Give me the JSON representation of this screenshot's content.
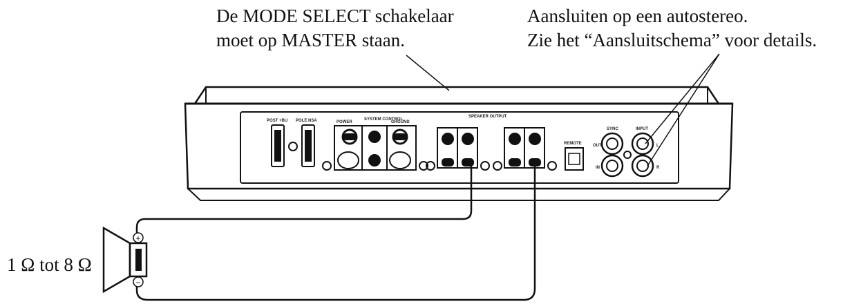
{
  "captions": {
    "mode_select": [
      "De MODE SELECT schakelaar",
      "moet op MASTER staan."
    ],
    "stereo": [
      "Aansluiten op een autostereo.",
      "Zie het “Aansluitschema” voor details."
    ],
    "impedance": "1 Ω tot 8 Ω"
  },
  "panel_labels": {
    "post_pos": "POST +BU",
    "post_neg": "POLE NSA",
    "power": "POWER",
    "system_control": "SYSTEM CONTROL",
    "grounding": "GROUND",
    "speaker_output": "SPEAKER OUTPUT",
    "remote": "REMOTE",
    "sync": "SYNC",
    "input": "INPUT",
    "input_left": "L",
    "input_right": "R",
    "out": "OUT",
    "in": "IN"
  },
  "speaker": {
    "plus": "+",
    "minus": "−"
  }
}
